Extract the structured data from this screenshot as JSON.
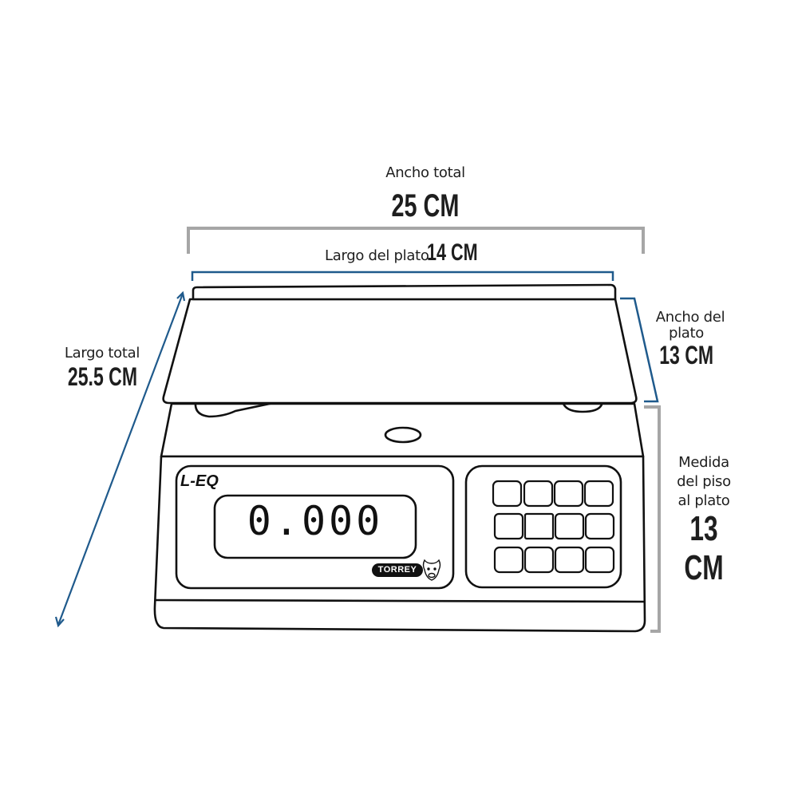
{
  "dimensions": {
    "total_width": {
      "label": "Ancho total",
      "value": "25 CM"
    },
    "plate_length": {
      "label": "Largo del plato",
      "value": "14 CM"
    },
    "total_length": {
      "label": "Largo total",
      "value": "25.5 CM"
    },
    "plate_width": {
      "label_line1": "Ancho del",
      "label_line2": "plato",
      "value": "13 CM"
    },
    "floor_to_plate": {
      "label_line1": "Medida",
      "label_line2": "del piso",
      "label_line3": "al plato",
      "value": "13 CM"
    }
  },
  "scale": {
    "model": "L-EQ",
    "display_reading": "0.000",
    "brand": "TORREY",
    "keypad_rows": 3,
    "keypad_cols": 4
  },
  "colors": {
    "accent_blue": "#1f5a8c",
    "bracket_gray": "#a6a6a6",
    "outline": "#111111",
    "text": "#1e1e1e"
  }
}
